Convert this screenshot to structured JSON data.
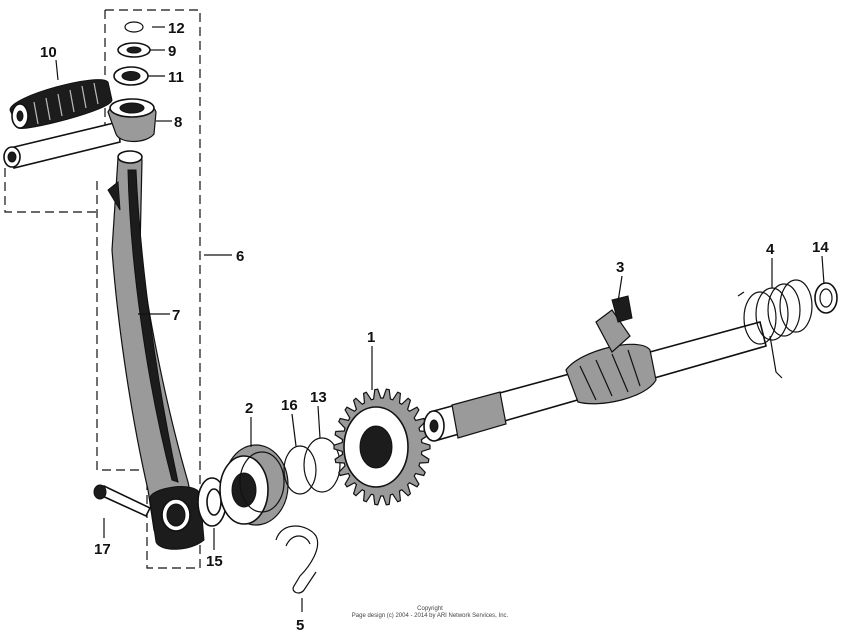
{
  "callouts": {
    "c1": "1",
    "c2": "2",
    "c3": "3",
    "c4": "4",
    "c5": "5",
    "c6": "6",
    "c7": "7",
    "c8": "8",
    "c9": "9",
    "c10": "10",
    "c11": "11",
    "c12": "12",
    "c13": "13",
    "c14": "14",
    "c15": "15",
    "c16": "16",
    "c17": "17"
  },
  "copyright": {
    "line1": "Copyright",
    "line2": "Page design (c) 2004 - 2014 by ARI Network Services, Inc."
  }
}
